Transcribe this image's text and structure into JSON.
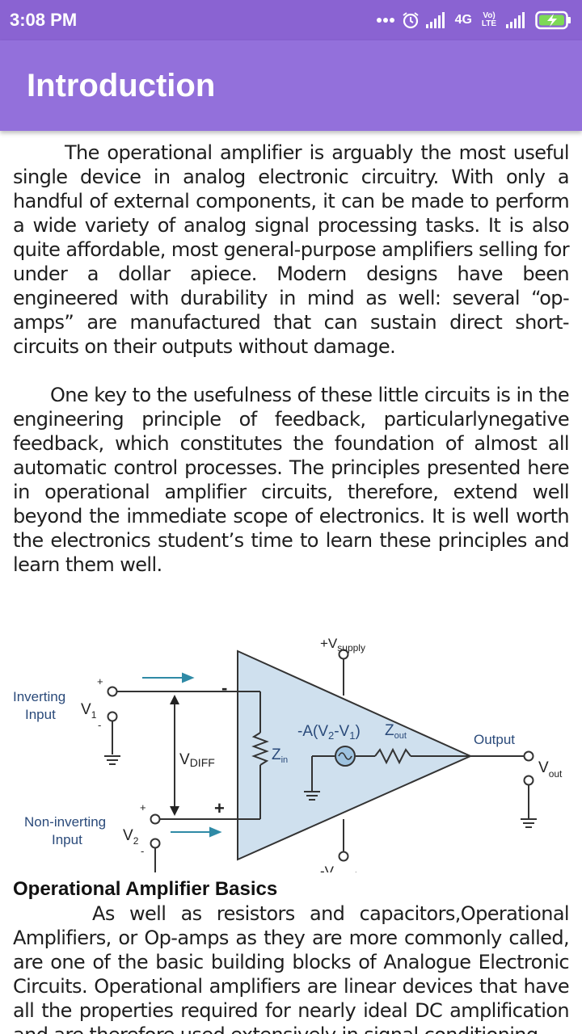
{
  "status_bar": {
    "time": "3:08 PM",
    "network": "4G",
    "volte": "Vo) LTE",
    "icons": [
      "more-dots-icon",
      "alarm-icon",
      "signal-icon",
      "volte-icon",
      "battery-charging-icon"
    ]
  },
  "app_bar": {
    "title": "Introduction"
  },
  "content": {
    "paragraph1": "The operational amplifier is arguably the most useful single device in analog electronic circuitry. With only a handful of external components, it can be made to perform a wide variety of analog signal processing tasks. It is also quite affordable, most general-purpose amplifiers selling for under a dollar apiece. Modern designs have been engineered with durability in mind as well: several “op-amps” are manufactured that can sustain direct short-circuits on their outputs without damage.",
    "paragraph2": "One key to the usefulness of these little circuits is in the engineering principle of feedback, particularlynegative feedback, which constitutes the foundation of almost all automatic control processes. The principles presented here in operational amplifier circuits, therefore, extend well beyond the immediate scope of electronics. It is well worth the electronics student’s time to learn these principles and learn them well.",
    "section_heading": "Operational Amplifier Basics",
    "paragraph3": "As well as resistors and capacitors,Operational Amplifiers, or Op-amps as they are more commonly called, are one of the basic building blocks of Analogue Electronic Circuits. Operational amplifiers are linear devices that have all the properties required for nearly ideal DC amplification and are therefore used extensively in signal conditioning,"
  },
  "diagram": {
    "inverting_line1": "Inverting",
    "inverting_line2": "Input",
    "v1": "V",
    "v1_sub": "1",
    "noninverting_line1": "Non-inverting",
    "noninverting_line2": "Input",
    "v2": "V",
    "v2_sub": "2",
    "vdiff": "V",
    "vdiff_sub": "DIFF",
    "zin": "Z",
    "zin_sub": "in",
    "gain_expr": "-A(V",
    "gain_sub2": "2",
    "gain_mid": "-V",
    "gain_sub1": "1",
    "gain_end": ")",
    "zout": "Z",
    "zout_sub": "out",
    "output": "Output",
    "vout": "V",
    "vout_sub": "out",
    "vsupply_pos": "+V",
    "vsupply_pos_sub": "supply",
    "vsupply_neg": "-V",
    "vsupply_neg_sub": "supply",
    "minus": "-",
    "plus": "+",
    "small_plus": "+",
    "small_minus": "-",
    "colors": {
      "triangle_fill": "#cfe0ee",
      "arrow": "#2f8aa6",
      "text": "#2a4a7a",
      "wire": "#333333"
    }
  }
}
